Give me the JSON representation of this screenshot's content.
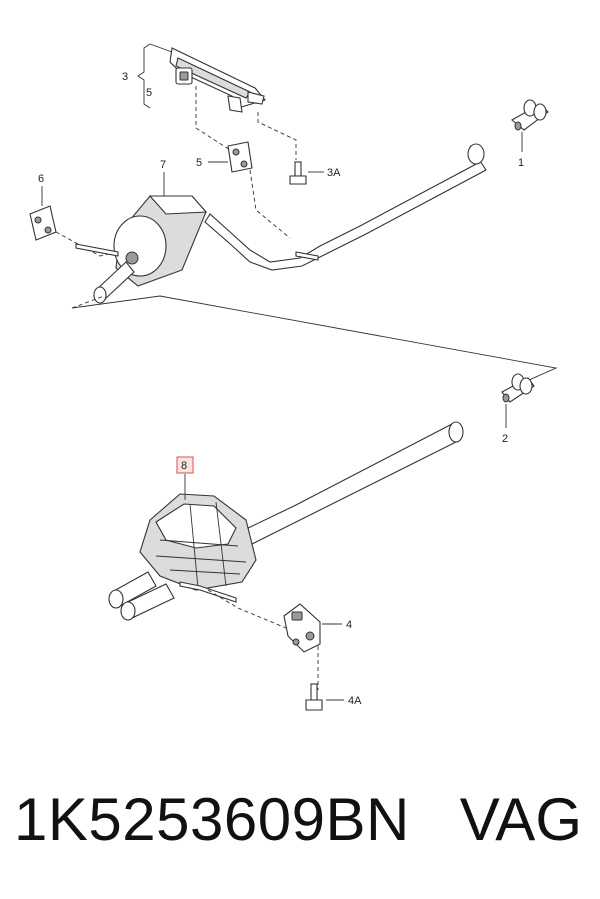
{
  "callouts": {
    "c1": "1",
    "c2": "2",
    "c3": "3",
    "c3a": "3A",
    "c4": "4",
    "c4a": "4A",
    "c5a": "5",
    "c5b": "5",
    "c6": "6",
    "c7": "7",
    "c8": "8"
  },
  "footer": {
    "part_number": "1K5253609BN",
    "brand": "VAG"
  },
  "colors": {
    "highlight": "#d9534f",
    "ink": "#333333"
  }
}
